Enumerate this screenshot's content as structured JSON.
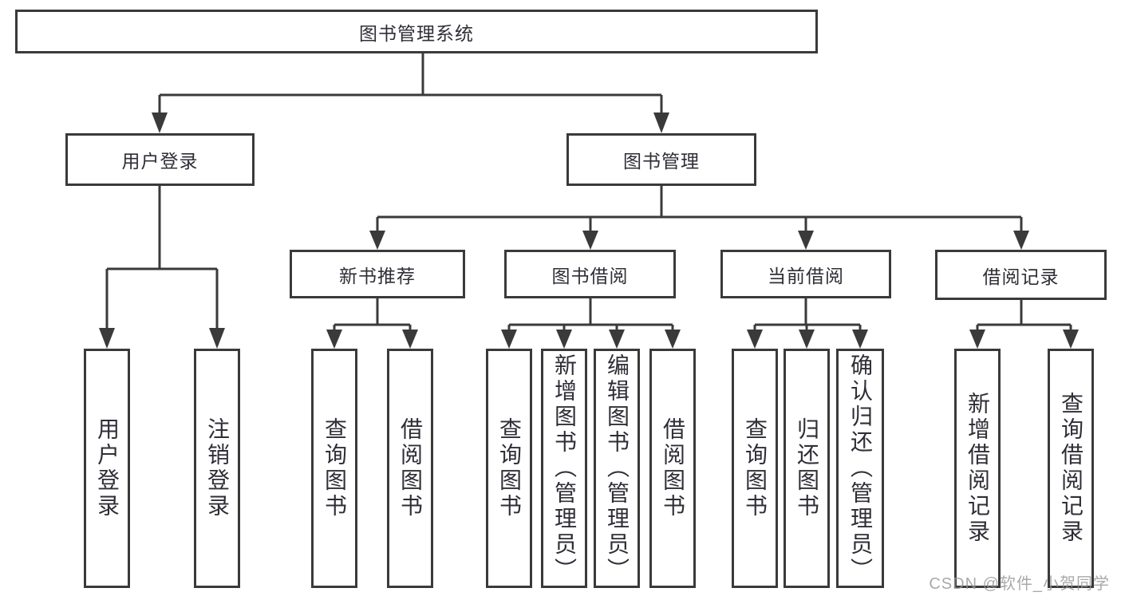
{
  "diagram": {
    "root": {
      "label": "图书管理系统"
    },
    "branches": [
      {
        "label": "用户登录",
        "children": [
          {
            "label": "用户登录"
          },
          {
            "label": "注销登录"
          }
        ]
      },
      {
        "label": "图书管理",
        "children": [
          {
            "label": "新书推荐",
            "children": [
              {
                "label": "查询图书"
              },
              {
                "label": "借阅图书"
              }
            ]
          },
          {
            "label": "图书借阅",
            "children": [
              {
                "label": "查询图书"
              },
              {
                "label": "新增图书（管理员）"
              },
              {
                "label": "编辑图书（管理员）"
              },
              {
                "label": "借阅图书"
              }
            ]
          },
          {
            "label": "当前借阅",
            "children": [
              {
                "label": "查询图书"
              },
              {
                "label": "归还图书"
              },
              {
                "label": "确认归还（管理员）"
              }
            ]
          },
          {
            "label": "借阅记录",
            "children": [
              {
                "label": "新增借阅记录"
              },
              {
                "label": "查询借阅记录"
              }
            ]
          }
        ]
      }
    ],
    "colors": {
      "line": "#3a3a3a",
      "text": "#2e2e36",
      "background": "#ffffff",
      "watermark": "#969696"
    }
  },
  "watermark": {
    "text": "CSDN @软件_小贺同学"
  }
}
